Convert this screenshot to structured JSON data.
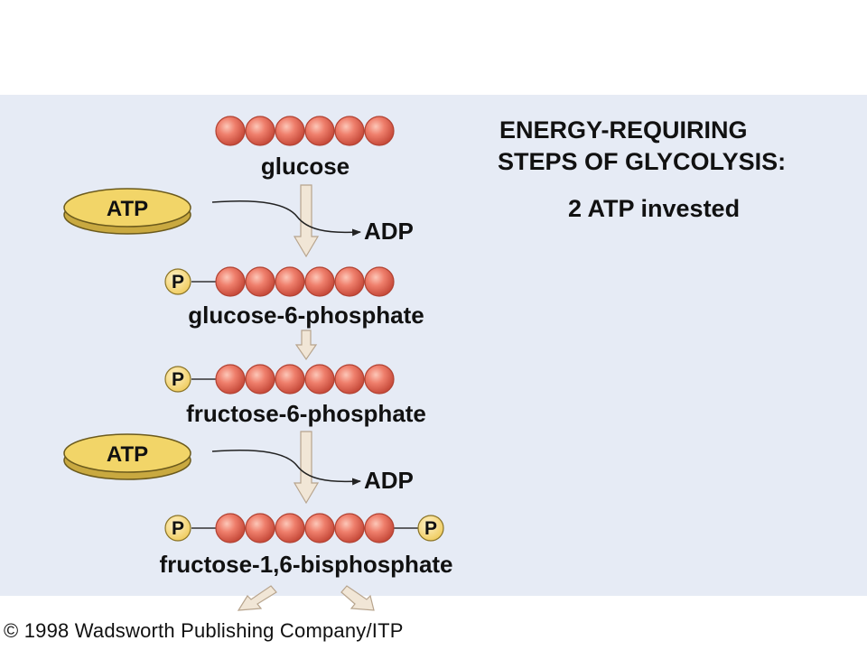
{
  "header": {
    "title_line1": "ENERGY-REQUIRING",
    "title_line2": "STEPS OF GLYCOLYSIS:",
    "subtitle": "2 ATP invested"
  },
  "molecules": {
    "glucose": "glucose",
    "g6p": "glucose-6-phosphate",
    "f6p": "fructose-6-phosphate",
    "f16bp": "fructose-1,6-bisphosphate"
  },
  "cofactors": {
    "atp1": "ATP",
    "adp1": "ADP",
    "atp2": "ATP",
    "adp2": "ADP",
    "phosphate": "P"
  },
  "footer": {
    "copyright": "© 1998 Wadsworth Publishing Company/ITP"
  },
  "colors": {
    "panel_background": "#e6ebf5",
    "carbon_bead": "#ef7f6c",
    "phosphate": "#f3d77a",
    "atp_disc": "#f2d568",
    "arrow": "#f1e6d6"
  },
  "icons": [
    "carbon-bead-icon",
    "phosphate-icon",
    "atp-disc-icon",
    "reaction-arrow-icon"
  ]
}
